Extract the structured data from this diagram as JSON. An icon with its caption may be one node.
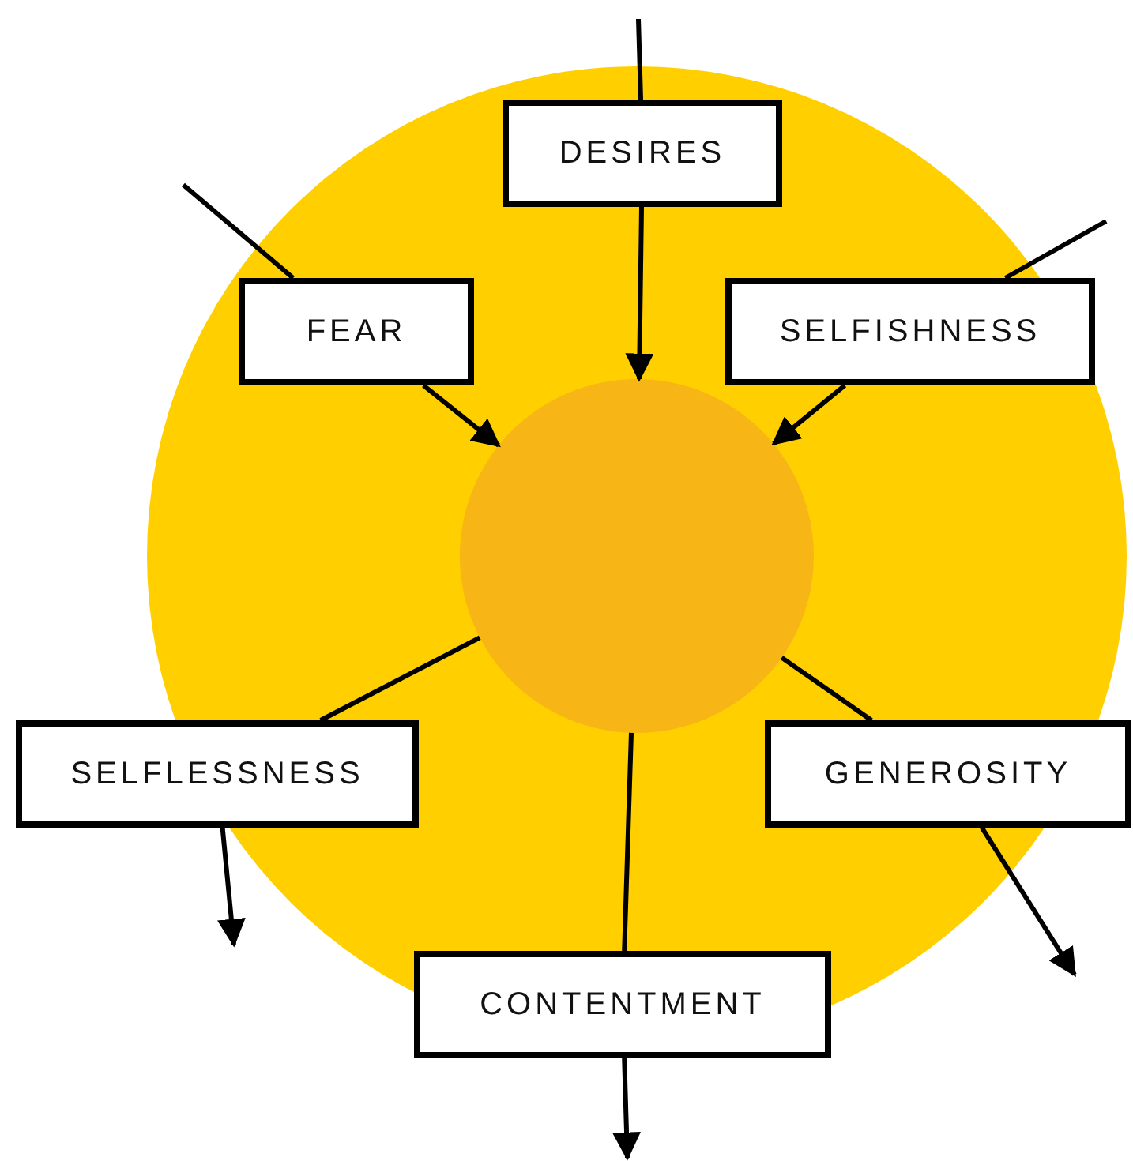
{
  "diagram": {
    "nodes": [
      {
        "text": [
          "DESIRES"
        ]
      },
      {
        "text": [
          "FEAR"
        ]
      },
      {
        "text": [
          "SELFISHNESS"
        ]
      },
      {
        "text": [],
        "shape": "circle"
      },
      {
        "text": [
          "SELFLESSNESS"
        ]
      },
      {
        "text": [
          "GENEROSITY"
        ]
      },
      {
        "text": [
          "CONTENTMENT"
        ]
      }
    ],
    "edges": [
      {
        "from": null,
        "to": 0,
        "arrow": "none"
      },
      {
        "from": 0,
        "to": 3,
        "arrow": "to"
      },
      {
        "from": null,
        "to": 1,
        "arrow": "none"
      },
      {
        "from": 1,
        "to": 3,
        "arrow": "to"
      },
      {
        "from": null,
        "to": 2,
        "arrow": "none"
      },
      {
        "from": 2,
        "to": 3,
        "arrow": "to"
      },
      {
        "from": 3,
        "to": 4,
        "arrow": "none"
      },
      {
        "from": 4,
        "to": null,
        "arrow": "to"
      },
      {
        "from": 3,
        "to": 5,
        "arrow": "none"
      },
      {
        "from": 5,
        "to": null,
        "arrow": "to"
      },
      {
        "from": 3,
        "to": 6,
        "arrow": "none"
      },
      {
        "from": 6,
        "to": null,
        "arrow": "to"
      }
    ]
  }
}
